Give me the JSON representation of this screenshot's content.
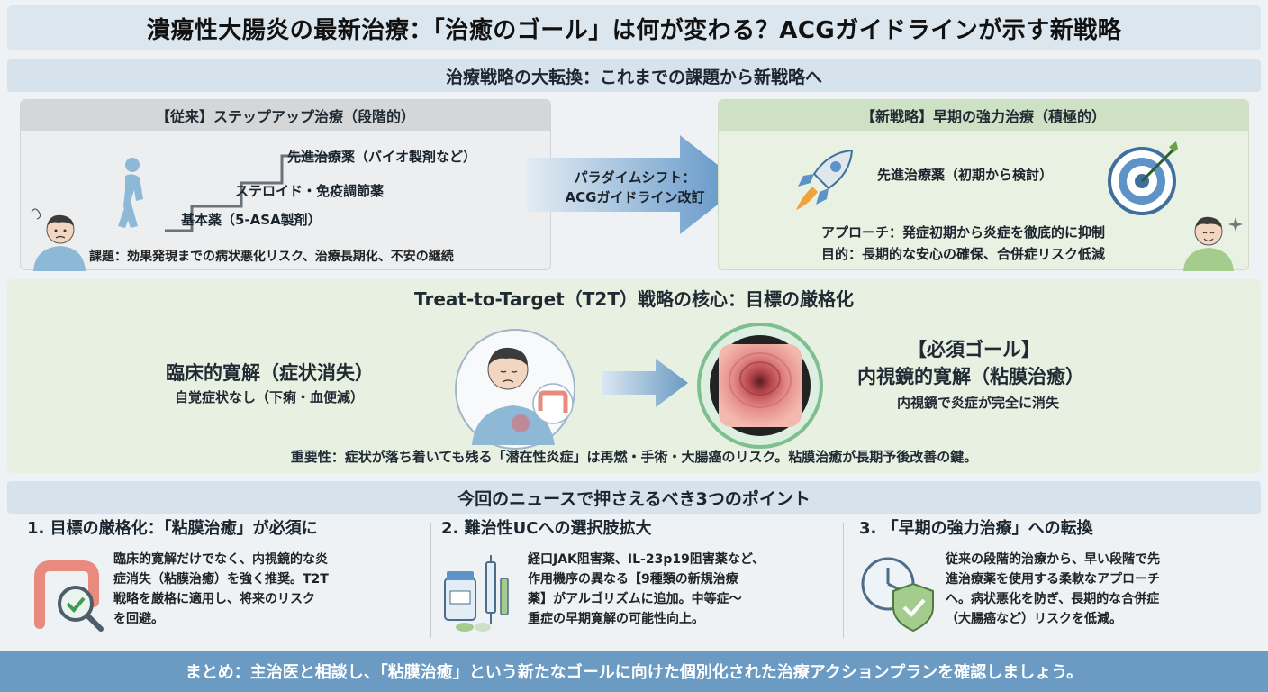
{
  "title": "潰瘍性大腸炎の最新治療：「治癒のゴール」は何が変わる？ACGガイドラインが示す新戦略",
  "section1": {
    "heading": "治療戦略の大転換：これまでの課題から新戦略へ",
    "old": {
      "header": "【従来】ステップアップ治療（段階的）",
      "step3": "先進治療薬（バイオ製剤など）",
      "step2": "ステロイド・免疫調節薬",
      "step1": "基本薬（5-ASA製剤）",
      "issue": "課題：効果発現までの病状悪化リスク、治療長期化、不安の継続"
    },
    "shift": {
      "line1": "パラダイムシフト：",
      "line2": "ACGガイドライン改訂"
    },
    "new": {
      "header": "【新戦略】早期の強力治療（積極的）",
      "drug": "先進治療薬（初期から検討）",
      "approach": "アプローチ：発症初期から炎症を徹底的に抑制",
      "goal": "目的：長期的な安心の確保、合併症リスク低減"
    }
  },
  "section2": {
    "heading": "Treat-to-Target（T2T）戦略の核心：目標の厳格化",
    "clinical_title": "臨床的寛解（症状消失）",
    "clinical_sub": "自覚症状なし（下痢・血便減）",
    "required": "【必須ゴール】",
    "endo_title": "内視鏡的寛解（粘膜治癒）",
    "endo_sub": "内視鏡で炎症が完全に消失",
    "importance": "重要性：症状が落ち着いても残る「潜在性炎症」は再燃・手術・大腸癌のリスク。粘膜治癒が長期予後改善の鍵。"
  },
  "section3": {
    "heading": "今回のニュースで押さえるべき3つのポイント",
    "points": [
      {
        "title": "1. 目標の厳格化：「粘膜治癒」が必須に",
        "lines": [
          "臨床的寛解だけでなく、内視鏡的な炎",
          "症消失（粘膜治癒）を強く推奨。T2T",
          "戦略を厳格に適用し、将来のリスク",
          "を回避。"
        ]
      },
      {
        "title": "2. 難治性UCへの選択肢拡大",
        "lines": [
          "経口JAK阻害薬、IL-23p19阻害薬など、",
          "作用機序の異なる【9種類の新規治療",
          "薬】がアルゴリズムに追加。中等症〜",
          "重症の早期寛解の可能性向上。"
        ]
      },
      {
        "title": "3. 「早期の強力治療」への転換",
        "lines": [
          "従来の段階的治療から、早い段階で先",
          "進治療薬を使用する柔軟なアプローチ",
          "へ。病状悪化を防ぎ、長期的な合併症",
          "（大腸癌など）リスクを低減。"
        ]
      }
    ]
  },
  "footer": "まとめ：主治医と相談し、「粘膜治癒」という新たなゴールに向けた個別化された治療アクションプランを確認しましょう。",
  "colors": {
    "accent": "#6b9ac2",
    "green": "#e8f0e2",
    "gray": "#eceeef"
  }
}
